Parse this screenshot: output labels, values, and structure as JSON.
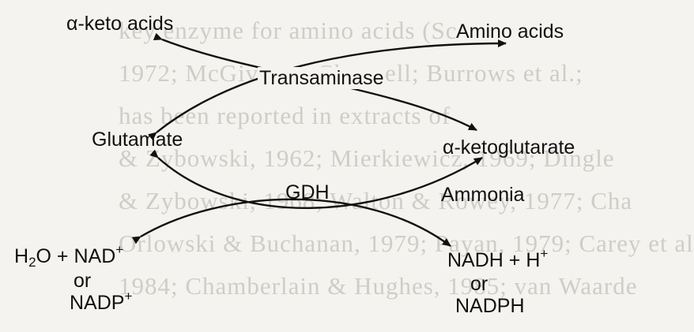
{
  "background_text": [
    "key enzyme for amino acids (Sc",
    "1972; McGivan & Chappell; Burrows et al.;",
    "has been reported in extracts of",
    "& Zybowski, 1962; Mierkiewicz, 1969; Dingle",
    "& Zybowski, 1968; Walton & Rowey, 1977; Cha",
    "Orlowski & Buchanan, 1979; Payan, 1979; Carey et al",
    "1984; Chamberlain & Hughes, 1985; van Waarde"
  ],
  "diagram": {
    "transamination": {
      "enzyme": "Transaminase",
      "substrates": {
        "top_left": "α-keto acids",
        "top_right": "Amino acids"
      },
      "middle_left": "Glutamate",
      "middle_right": "α-ketoglutarate"
    },
    "deamination": {
      "enzyme": "GDH",
      "ammonia": "Ammonia",
      "cofactor_in": {
        "line1_main": "H",
        "line1_sub": "2",
        "line1_rest": "O + NAD",
        "line1_sup": "+",
        "or": "or",
        "line2_main": "NADP",
        "line2_sup": "+"
      },
      "cofactor_out": {
        "line1_main": "NADH + H",
        "line1_sup": "+",
        "or": "or",
        "line2": "NADPH"
      }
    }
  }
}
